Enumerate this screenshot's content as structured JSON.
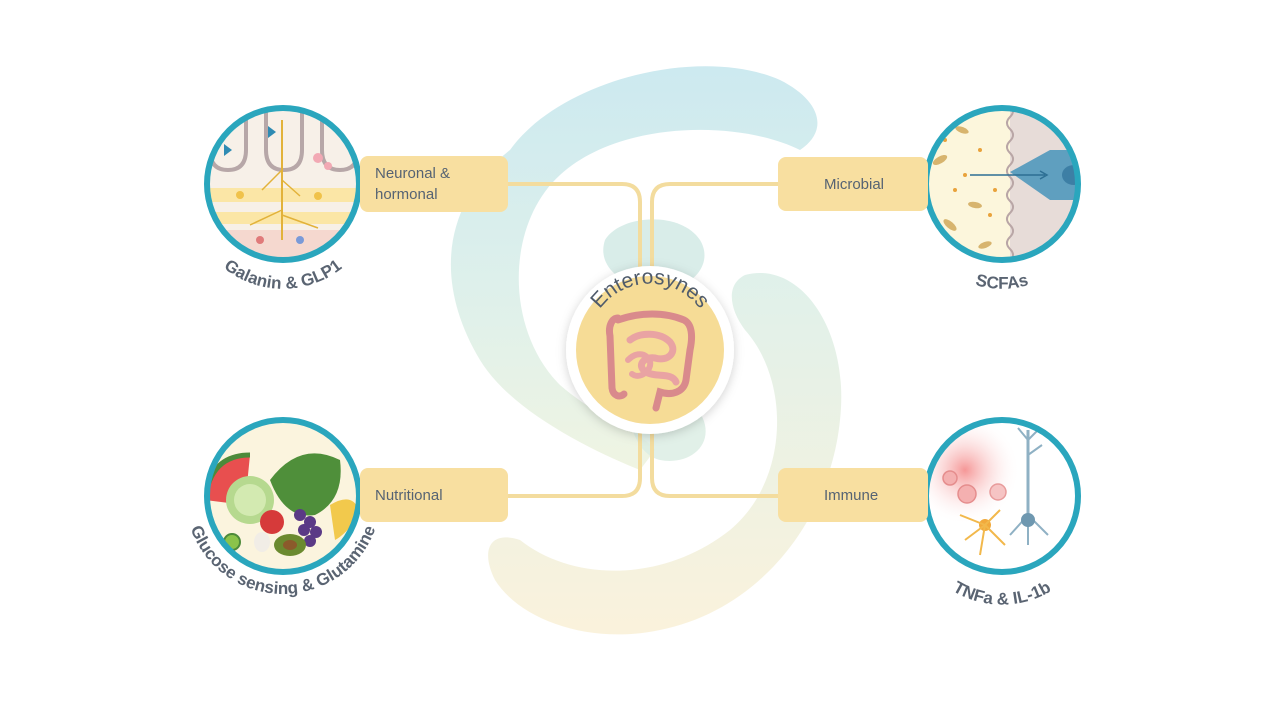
{
  "center": {
    "title": "Enterosynes"
  },
  "pathways": {
    "neuronal": {
      "label": "Neuronal &\nhormonal",
      "caption": "Galanin & GLP1"
    },
    "microbial": {
      "label": "Microbial",
      "caption": "SCFAs"
    },
    "nutritional": {
      "label": "Nutritional",
      "caption": "Glucose sensing & Glutamine"
    },
    "immune": {
      "label": "Immune",
      "caption": "TNFa & IL-1b"
    }
  },
  "colors": {
    "circle_border": "#2aa6bd",
    "label_fill": "#f8dfa0",
    "connector": "#f3dc9e",
    "center_fill": "#f6dc96",
    "swirl_teal": "#cbe8ee",
    "swirl_yellow": "#f8efd6",
    "text": "#566373"
  },
  "icons": [
    "intestine-icon",
    "villi-neuron-icon",
    "microbe-epithelium-icon",
    "fruits-vegetables-icon",
    "immune-neuron-icon"
  ]
}
